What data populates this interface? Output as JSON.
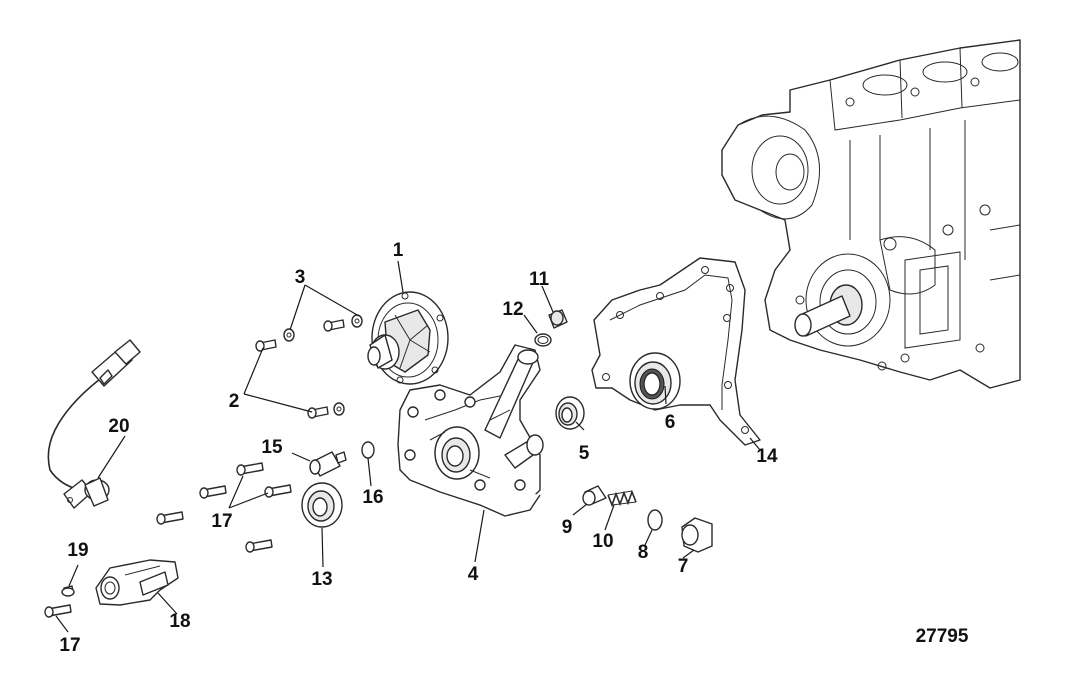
{
  "figure_number": "27795",
  "callouts": [
    {
      "id": "1",
      "text": "1"
    },
    {
      "id": "2",
      "text": "2"
    },
    {
      "id": "3",
      "text": "3"
    },
    {
      "id": "4",
      "text": "4"
    },
    {
      "id": "5",
      "text": "5"
    },
    {
      "id": "6",
      "text": "6"
    },
    {
      "id": "7",
      "text": "7"
    },
    {
      "id": "8",
      "text": "8"
    },
    {
      "id": "9",
      "text": "9"
    },
    {
      "id": "10",
      "text": "10"
    },
    {
      "id": "11",
      "text": "11"
    },
    {
      "id": "12",
      "text": "12"
    },
    {
      "id": "13",
      "text": "13"
    },
    {
      "id": "14",
      "text": "14"
    },
    {
      "id": "15",
      "text": "15"
    },
    {
      "id": "16",
      "text": "16"
    },
    {
      "id": "17a",
      "text": "17"
    },
    {
      "id": "17b",
      "text": "17"
    },
    {
      "id": "18",
      "text": "18"
    },
    {
      "id": "19",
      "text": "19"
    },
    {
      "id": "20",
      "text": "20"
    }
  ]
}
